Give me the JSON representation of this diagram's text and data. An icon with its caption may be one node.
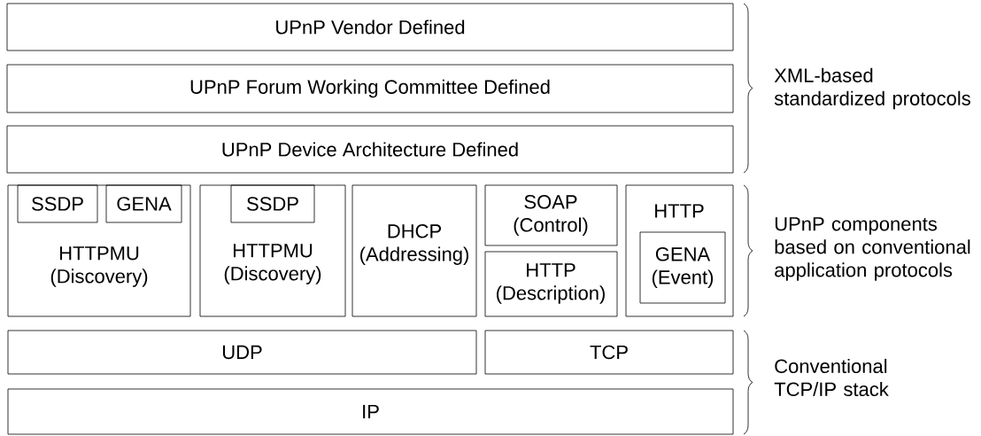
{
  "diagram": {
    "nodes": [
      {
        "text": [
          "UPnP Vendor Defined"
        ]
      },
      {
        "text": [
          "UPnP Forum Working Committee Defined"
        ]
      },
      {
        "text": [
          "UPnP Device Architecture Defined"
        ]
      },
      {
        "text": [
          "HTTPMU (Discovery)"
        ]
      },
      {
        "text": [
          "SSDP"
        ],
        "in": 3
      },
      {
        "text": [
          "GENA"
        ],
        "in": 3
      },
      {
        "text": [
          "HTTPMU (Discovery)"
        ]
      },
      {
        "text": [
          "SSDP"
        ],
        "in": 6
      },
      {
        "text": [
          "DHCP (Addressing)"
        ]
      },
      {
        "text": [
          "SOAP (Control)"
        ]
      },
      {
        "text": [
          "HTTP (Description)"
        ]
      },
      {
        "text": [
          "HTTP"
        ]
      },
      {
        "text": [
          "GENA (Event)"
        ],
        "in": 11
      },
      {
        "text": [
          "UDP"
        ]
      },
      {
        "text": [
          "TCP"
        ]
      },
      {
        "text": [
          "IP"
        ]
      }
    ],
    "labels": [
      "XML-based standardized protocols",
      "UPnP components based on conventional application protocols",
      "Conventional TCP/IP stack"
    ]
  }
}
